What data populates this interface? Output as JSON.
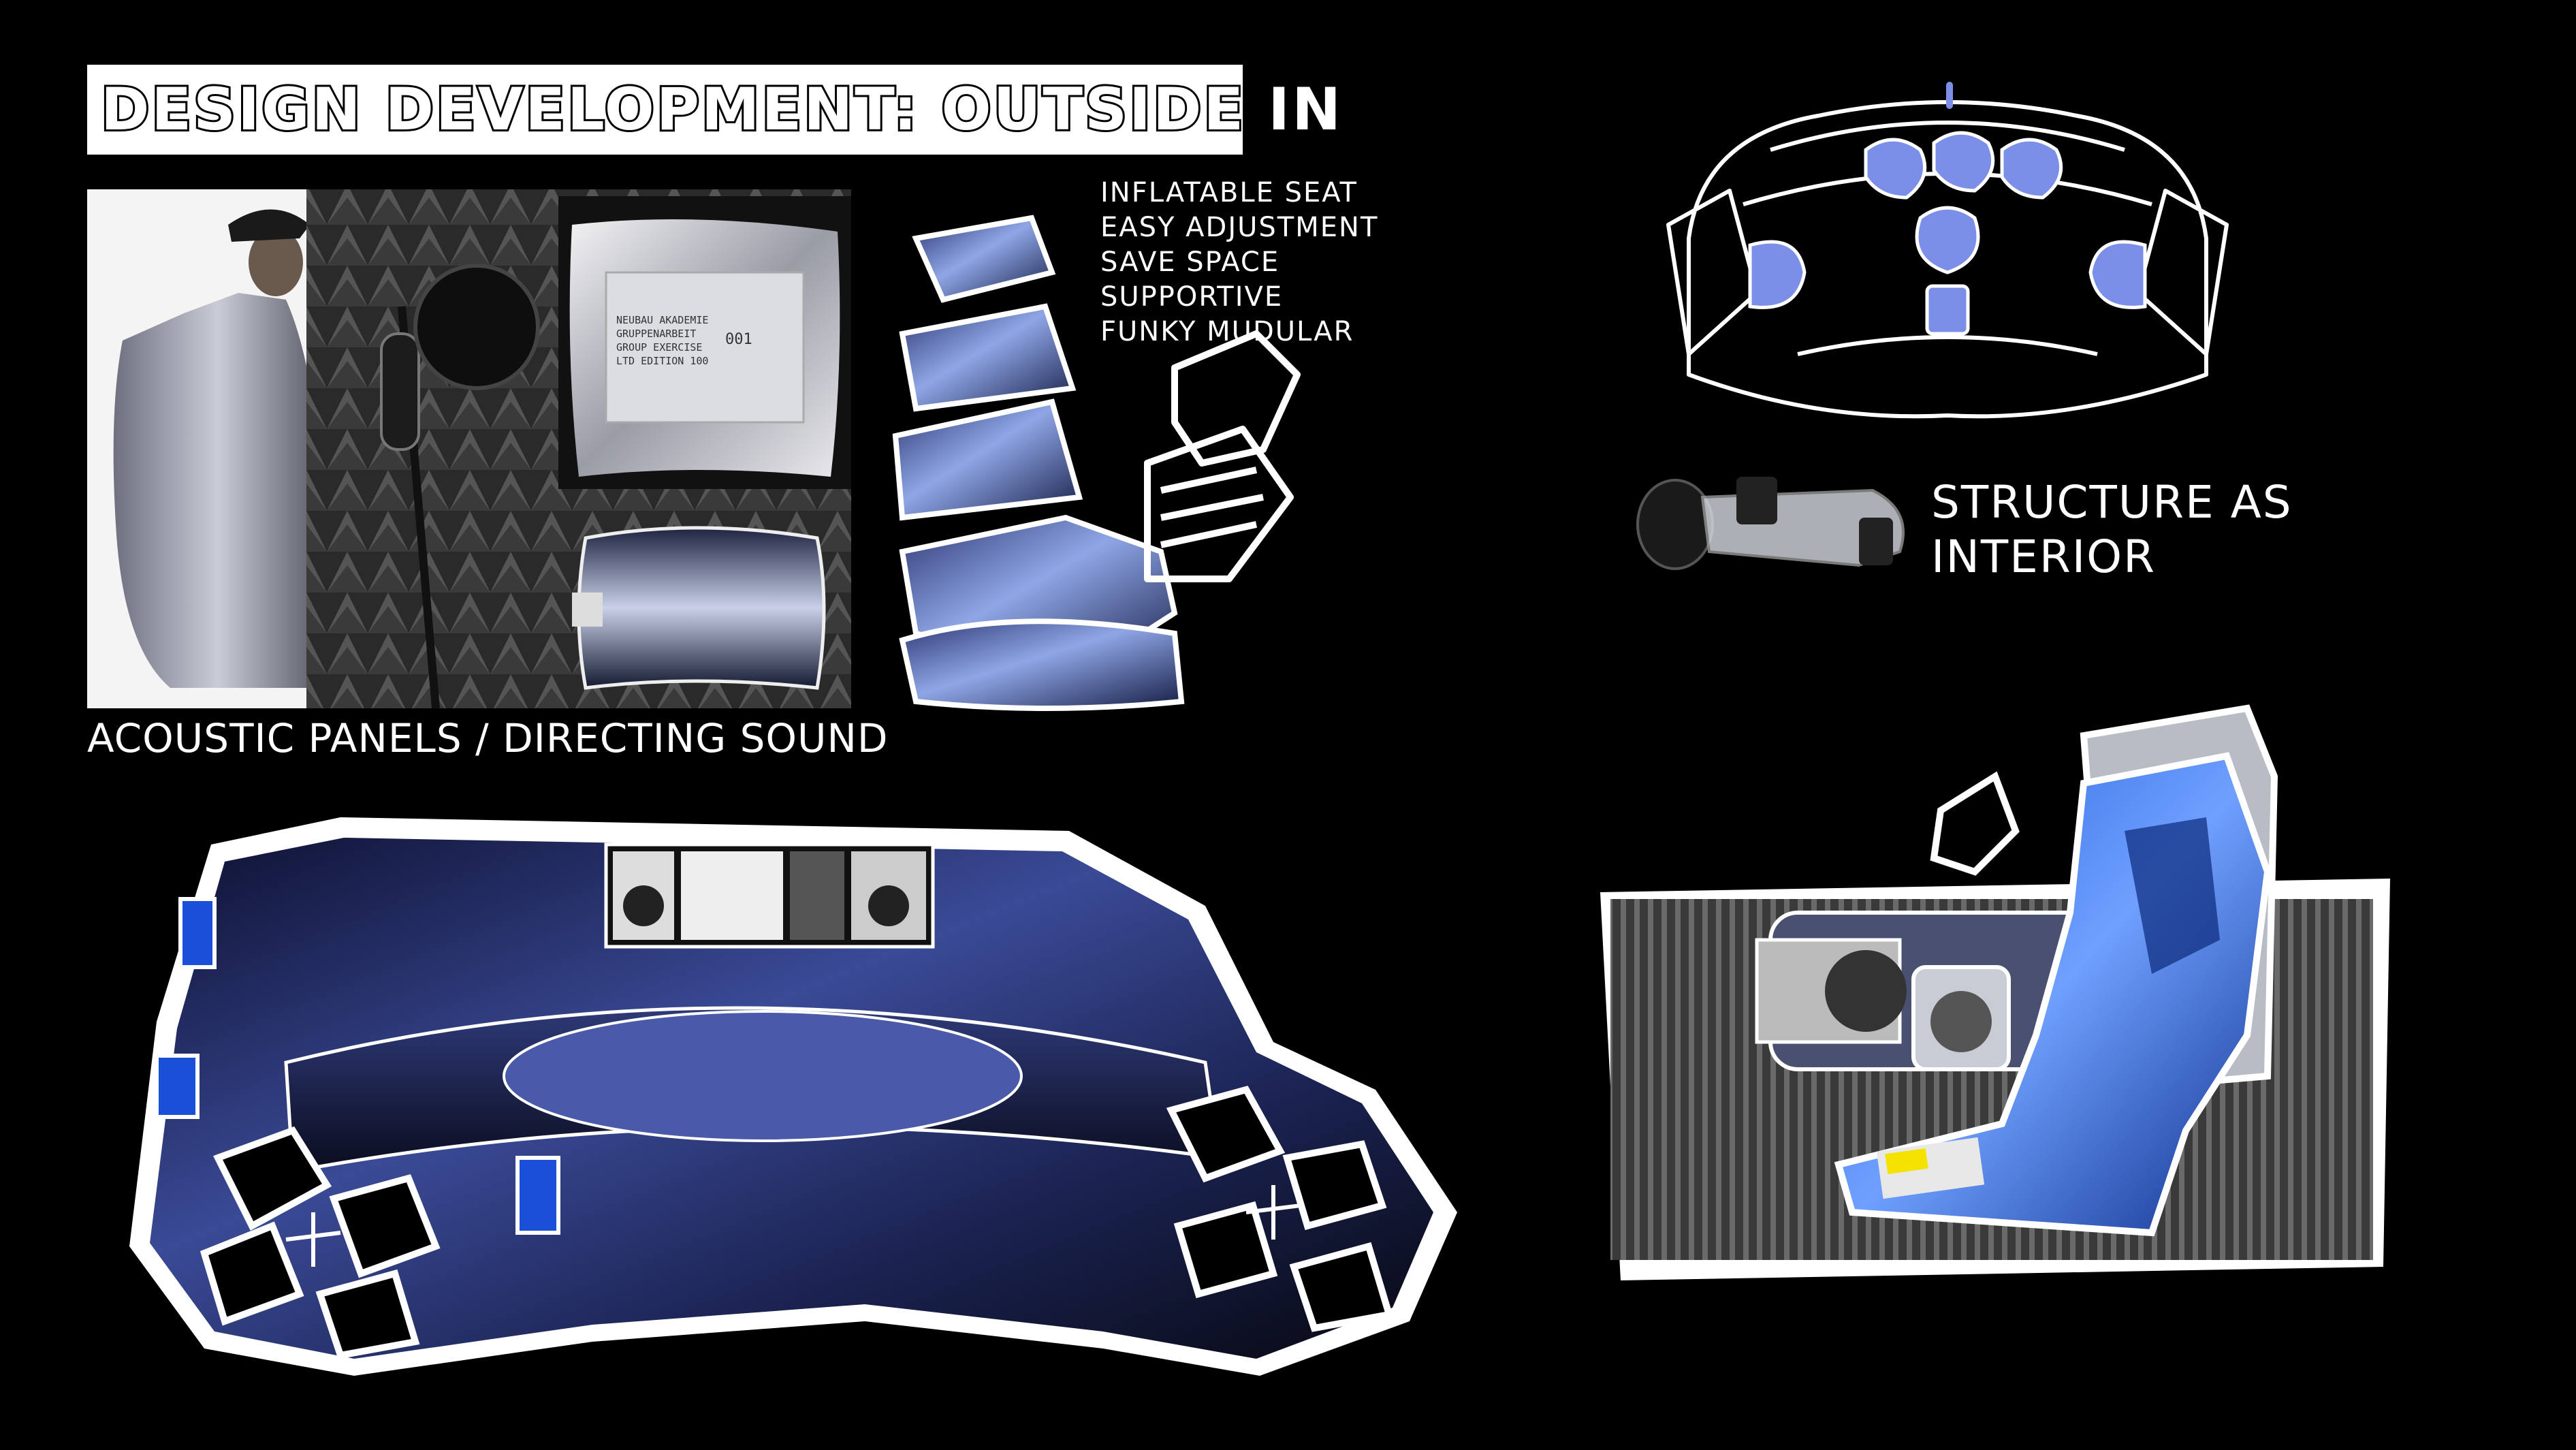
{
  "title": "DESIGN DEVELOPMENT: OUTSIDE IN",
  "captions": {
    "acoustic": "ACOUSTIC PANELS / DIRECTING SOUND",
    "structure_line1": "STRUCTURE AS",
    "structure_line2": "INTERIOR"
  },
  "seat_features": [
    "INFLATABLE SEAT",
    "EASY ADJUSTMENT",
    "SAVE SPACE",
    "SUPPORTIVE",
    "FUNKY MUDULAR"
  ],
  "pouch_label": {
    "line1": "NEUBAU AKADEMIE",
    "line2": "GRUPPENARBEIT",
    "line3": "GROUP EXERCISE",
    "line4": "LTD EDITION 100",
    "number": "001"
  },
  "colors": {
    "background": "#000000",
    "title_bg": "#ffffff",
    "accent_blue": "#1a4fd8",
    "sketch_blue": "#6f86e8",
    "navy": "#1b2550"
  }
}
